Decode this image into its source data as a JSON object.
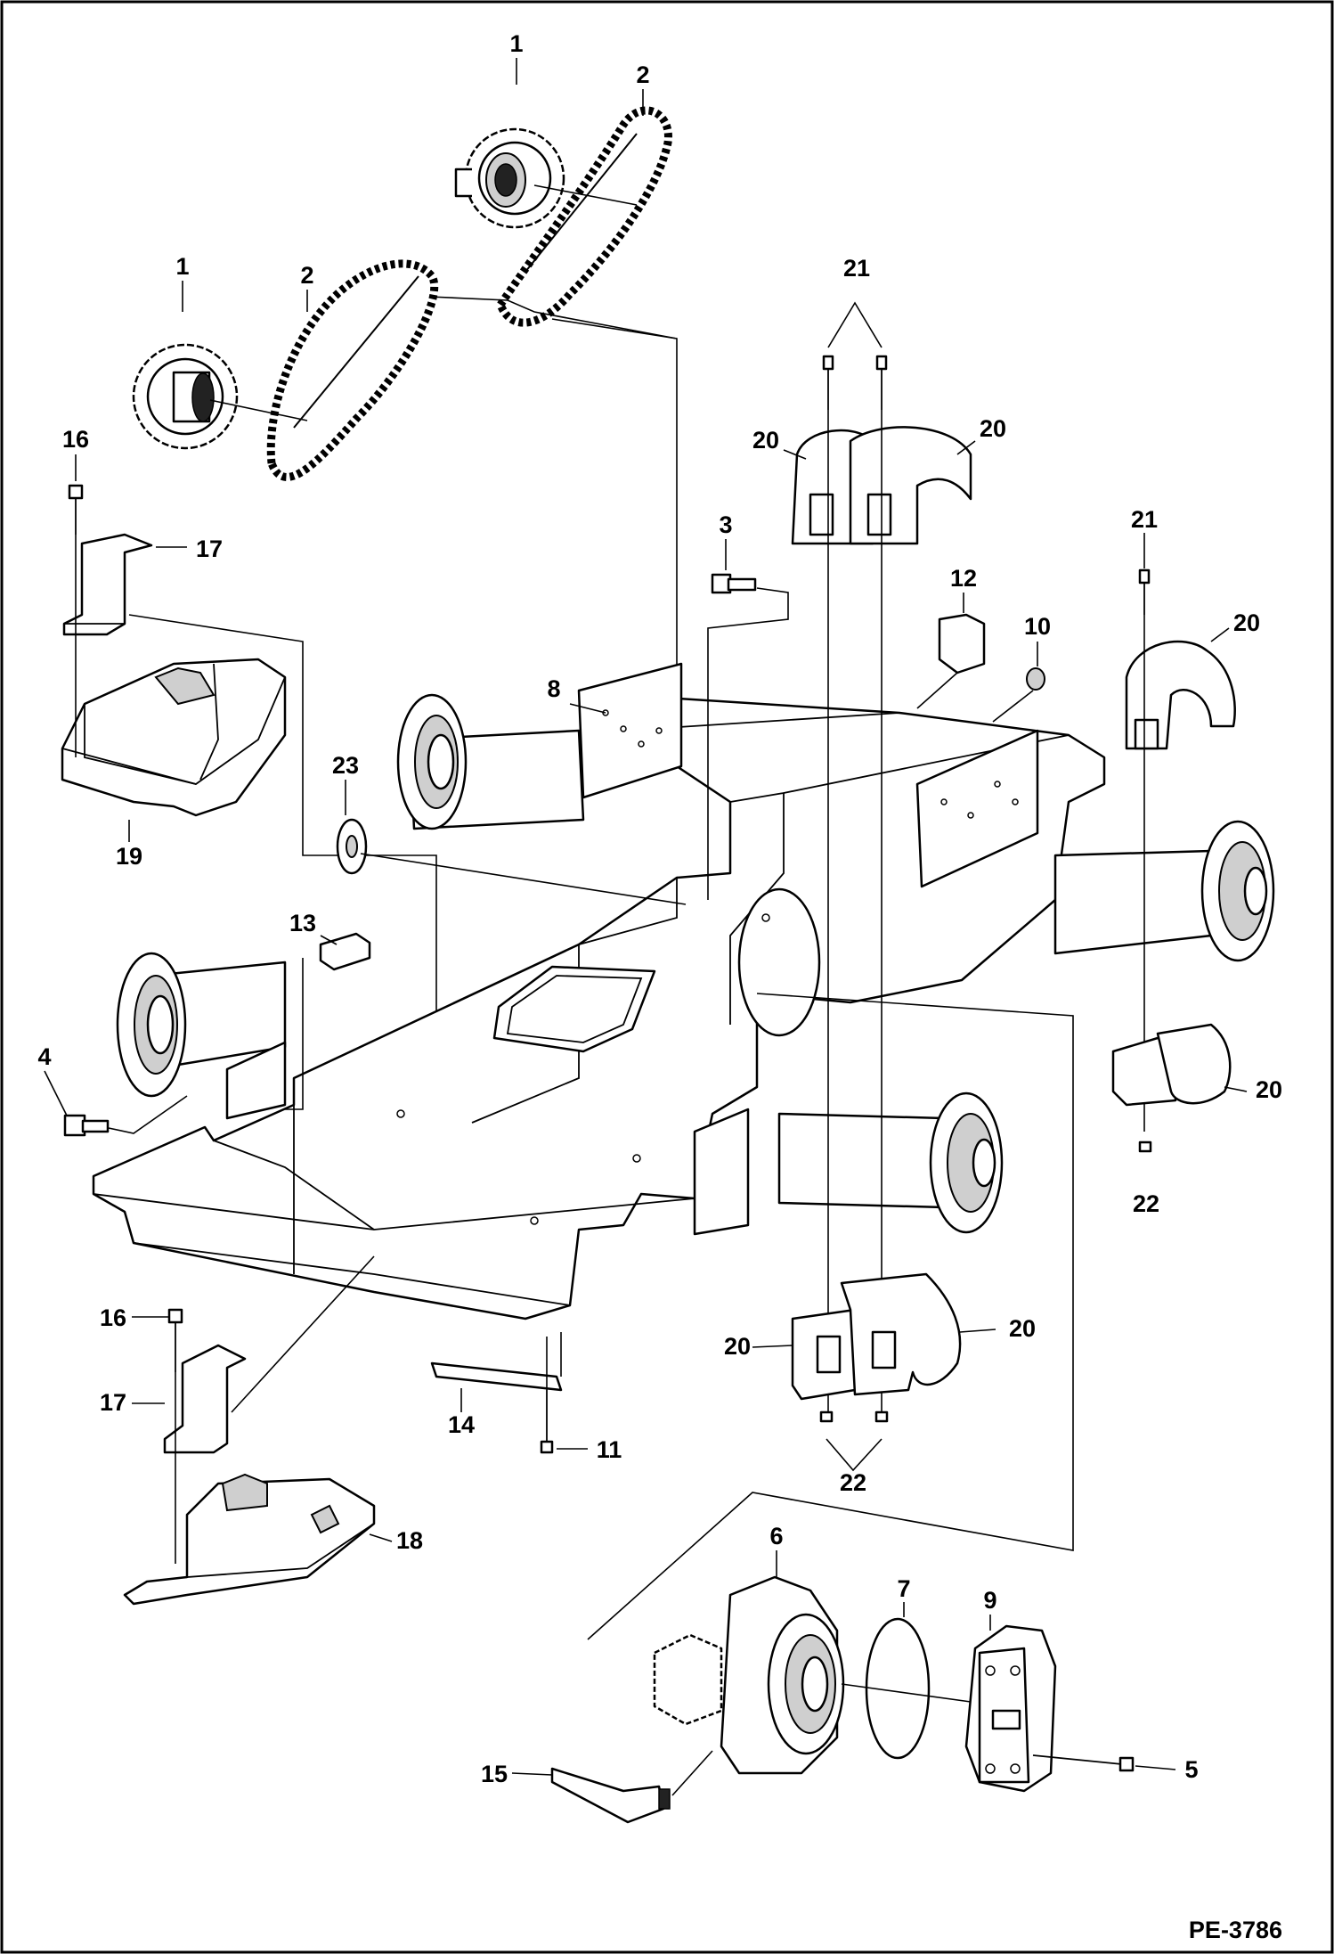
{
  "figure": {
    "reference_code": "PE-3786",
    "callouts": {
      "c1a": "1",
      "c1b": "1",
      "c2a": "2",
      "c2b": "2",
      "c3": "3",
      "c4": "4",
      "c5": "5",
      "c6": "6",
      "c7": "7",
      "c8": "8",
      "c9": "9",
      "c10": "10",
      "c11": "11",
      "c12": "12",
      "c13": "13",
      "c14": "14",
      "c15": "15",
      "c16a": "16",
      "c16b": "16",
      "c17a": "17",
      "c17b": "17",
      "c18": "18",
      "c19": "19",
      "c20a": "20",
      "c20b": "20",
      "c20c": "20",
      "c20d": "20",
      "c20e": "20",
      "c20f": "20",
      "c21a": "21",
      "c21b": "21",
      "c22a": "22",
      "c22b": "22",
      "c23": "23"
    }
  }
}
